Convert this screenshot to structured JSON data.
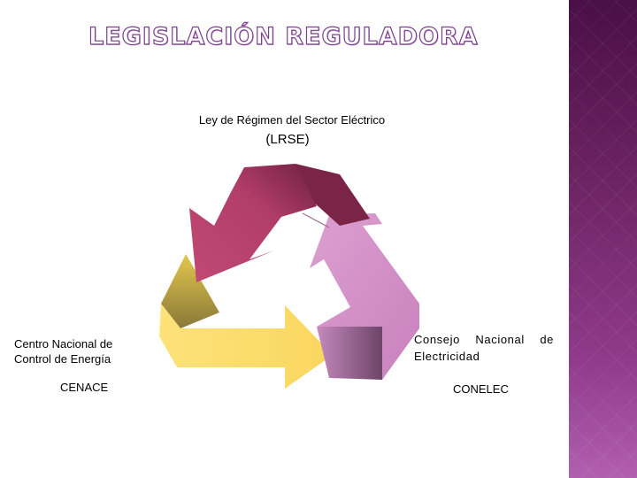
{
  "slide": {
    "title": "LEGISLACIÓN REGULADORA"
  },
  "law": {
    "name": "Ley de Régimen del Sector Eléctrico",
    "abbreviation": "(LRSE)"
  },
  "entities": {
    "left": {
      "name_line1": "Centro Nacional de",
      "name_line2": "Control de Energía",
      "abbreviation": "CENACE"
    },
    "right": {
      "name_line1": "Consejo Nacional de",
      "name_line2": "Electricidad",
      "abbreviation": "CONELEC"
    }
  },
  "colors": {
    "arrow_top": "#b8406c",
    "arrow_top_dark": "#7a2448",
    "arrow_right": "#d48ec6",
    "arrow_right_dark": "#8c5a86",
    "arrow_bottom": "#fbdb68",
    "arrow_bottom_dark": "#a8944a",
    "side_panel": "#6a2260"
  }
}
